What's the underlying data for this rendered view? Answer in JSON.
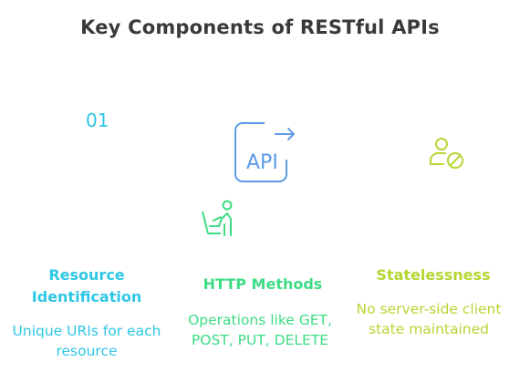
{
  "title": "Key Components of RESTful APIs",
  "colors": {
    "resource": "#2ec7e6",
    "http": "#3ddc84",
    "stateless": "#b6d632",
    "api_icon": "#5b9be6",
    "title": "#3a3a3a"
  },
  "components": [
    {
      "marker": "01",
      "label": "Resource Identification",
      "description": "Unique URIs for each resource"
    },
    {
      "icon": "api-document-icon",
      "icon_text": "API",
      "label": "HTTP Methods",
      "description": "Operations like GET, POST, PUT, DELETE"
    },
    {
      "icon": "user-blocked-icon",
      "label": "Statelessness",
      "description": "No server-side client state maintained"
    }
  ],
  "extra_icon": "person-at-desk-icon"
}
